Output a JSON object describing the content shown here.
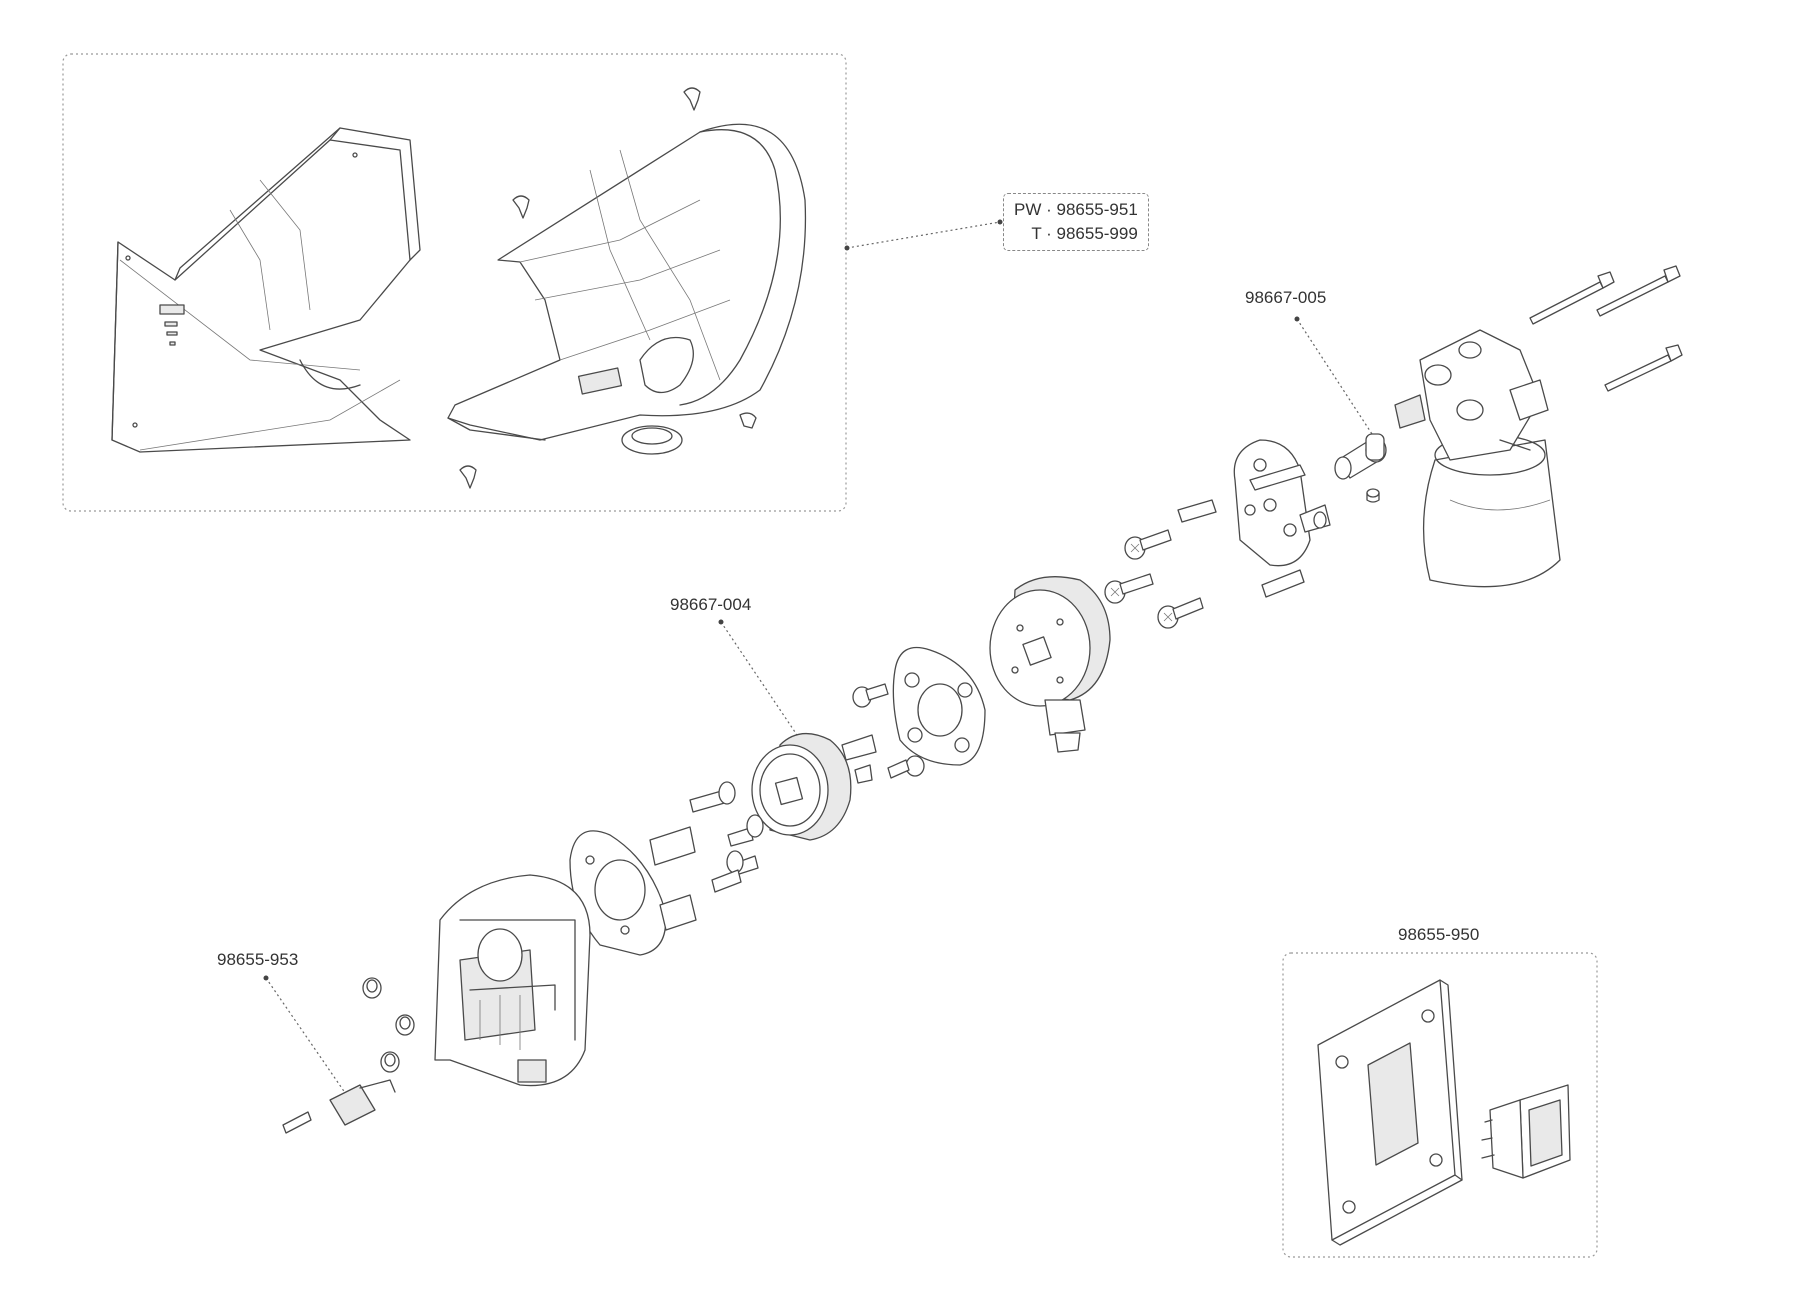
{
  "labels": {
    "cover_kit": {
      "line1": "PW · 98655-951",
      "line2": "T · 98655-999"
    },
    "coupling_small": "98667-005",
    "coupling_large": "98667-004",
    "microswitch": "98655-953",
    "switch_panel": "98655-950"
  }
}
